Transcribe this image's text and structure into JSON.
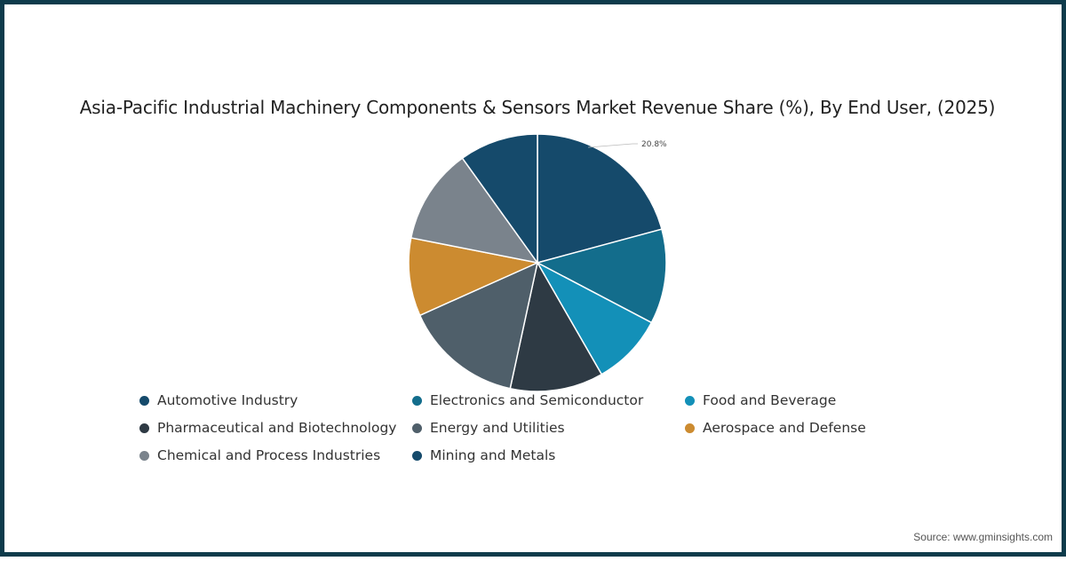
{
  "chart_data": {
    "type": "pie",
    "title": "Asia-Pacific Industrial Machinery Components & Sensors Market Revenue Share (%), By End User, (2025)",
    "categories": [
      "Automotive Industry",
      "Electronics and Semiconductor",
      "Food and Beverage",
      "Pharmaceutical and Biotechnology",
      "Energy and Utilities",
      "Aerospace and Defense",
      "Chemical and Process Industries",
      "Mining and Metals"
    ],
    "values": [
      20.8,
      11.9,
      9.0,
      11.7,
      14.9,
      9.8,
      12.0,
      9.9
    ],
    "colors": [
      "#154a6b",
      "#136d8c",
      "#1390b8",
      "#2e3a44",
      "#4f5f6a",
      "#cc8b30",
      "#7a838c",
      "#154a6b"
    ],
    "data_labels": [
      {
        "category": "Automotive Industry",
        "text": "20.8%"
      }
    ],
    "legend_position": "bottom",
    "start_angle_deg": 0,
    "direction": "clockwise"
  },
  "title": "Asia-Pacific Industrial Machinery Components & Sensors Market Revenue Share (%), By End User, (2025)",
  "legend": {
    "items": [
      {
        "label": "Automotive Industry",
        "color": "#154a6b"
      },
      {
        "label": "Electronics and Semiconductor",
        "color": "#136d8c"
      },
      {
        "label": "Food and Beverage",
        "color": "#1390b8"
      },
      {
        "label": "Pharmaceutical and Biotechnology",
        "color": "#2e3a44"
      },
      {
        "label": "Energy and Utilities",
        "color": "#4f5f6a"
      },
      {
        "label": "Aerospace and Defense",
        "color": "#cc8b30"
      },
      {
        "label": "Chemical and Process Industries",
        "color": "#7a838c"
      },
      {
        "label": "Mining and Metals",
        "color": "#154a6b"
      }
    ]
  },
  "source": "Source: www.gminsights.com",
  "frame_color": "#0e3b4b"
}
